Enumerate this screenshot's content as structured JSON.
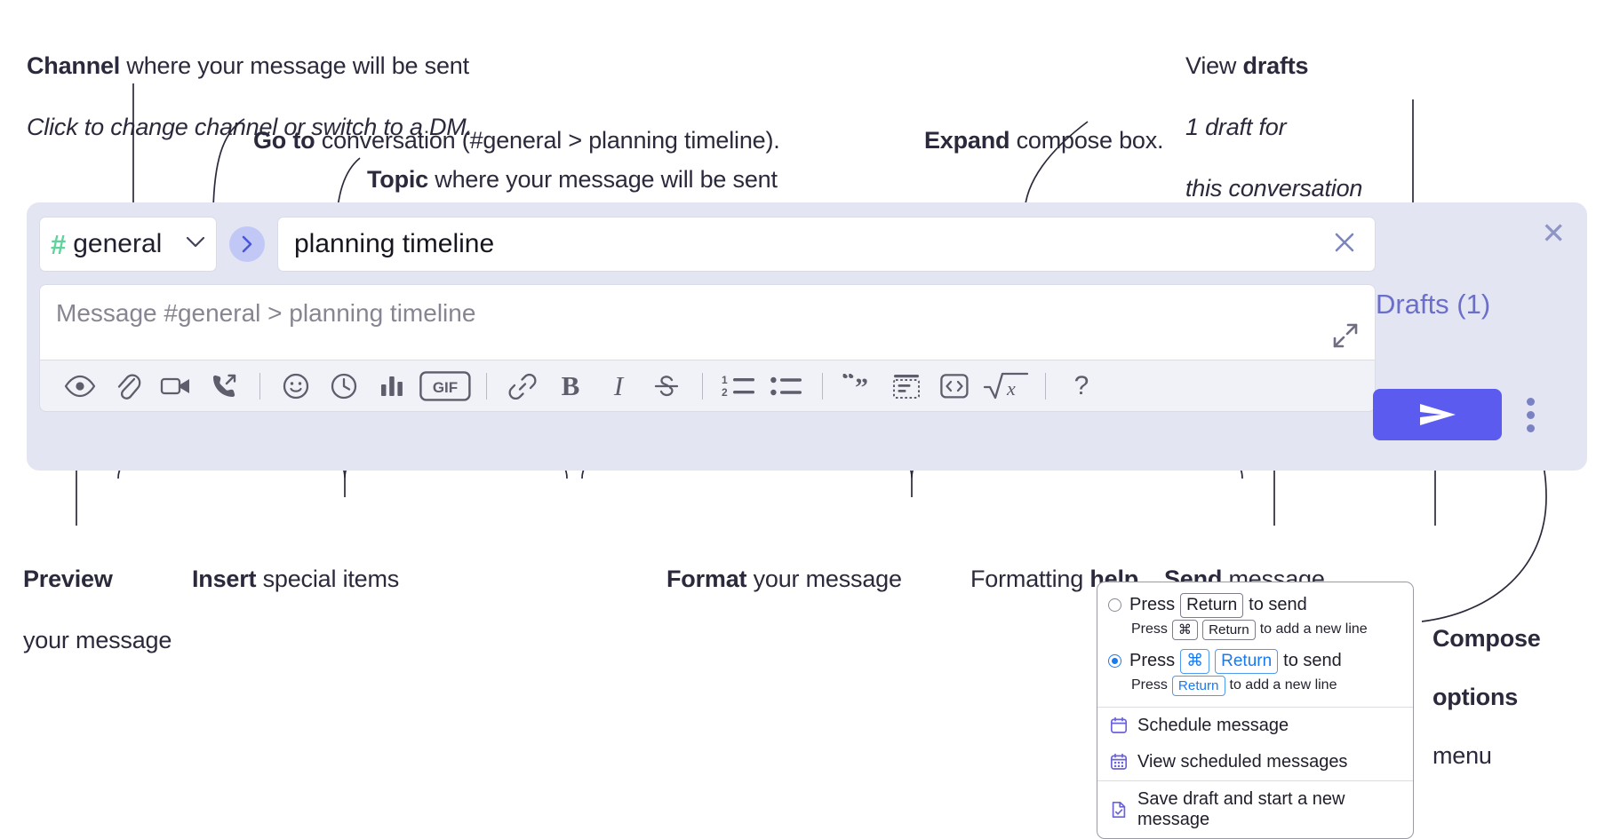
{
  "annotations": {
    "channel": {
      "bold": "Channel",
      "rest": " where your message will be sent",
      "italic": "Click to change channel or switch to a DM."
    },
    "goto": {
      "bold": "Go to",
      "rest": " conversation (#general > planning timeline)."
    },
    "topic": {
      "bold": "Topic",
      "rest": " where your message will be sent"
    },
    "expand": {
      "bold": "Expand",
      "rest": " compose box."
    },
    "drafts": {
      "line1_normal": "View ",
      "line1_bold": "drafts",
      "line2": "1 draft for",
      "line3": "this conversation"
    },
    "preview": {
      "bold": "Preview",
      "rest": "your message"
    },
    "insert": {
      "bold": "Insert",
      "rest": " special items"
    },
    "format": {
      "bold": "Format",
      "rest": " your message"
    },
    "help": {
      "normal": "Formatting ",
      "bold": "help"
    },
    "send": {
      "bold": "Send",
      "rest": " message"
    },
    "compose_options": {
      "bold1": "Compose",
      "bold2": "options",
      "rest": "menu"
    }
  },
  "compose": {
    "channel": {
      "hash": "#",
      "name": "general",
      "caret": "chevron-down-icon"
    },
    "goto_button": {
      "glyph": "›",
      "icon": "chevron-right-icon"
    },
    "topic": {
      "value": "planning timeline",
      "clear": "✕"
    },
    "message": {
      "placeholder": "Message #general > planning timeline",
      "value": ""
    },
    "expand_icon": "expand-diagonal-icon",
    "close_icon": "✕",
    "drafts_label": "Drafts (1)",
    "send_icon": "send-paper-plane-icon",
    "kebab_icon": "vertical-dots-icon",
    "toolbar": [
      {
        "name": "preview-icon",
        "label": "Preview"
      },
      {
        "name": "attachment-icon",
        "label": "Attach file"
      },
      {
        "name": "video-camera-icon",
        "label": "Video clip"
      },
      {
        "name": "audio-call-icon",
        "label": "Audio clip"
      },
      {
        "name": "separator",
        "label": ""
      },
      {
        "name": "emoji-icon",
        "label": "Emoji"
      },
      {
        "name": "clock-icon",
        "label": "Reminder"
      },
      {
        "name": "poll-bar-chart-icon",
        "label": "Poll"
      },
      {
        "name": "gif-icon",
        "label": "GIF"
      },
      {
        "name": "separator",
        "label": ""
      },
      {
        "name": "link-icon",
        "label": "Link"
      },
      {
        "name": "bold-icon",
        "label": "B"
      },
      {
        "name": "italic-icon",
        "label": "I"
      },
      {
        "name": "strikethrough-icon",
        "label": "Strikethrough"
      },
      {
        "name": "separator",
        "label": ""
      },
      {
        "name": "ordered-list-icon",
        "label": "Ordered list"
      },
      {
        "name": "bulleted-list-icon",
        "label": "Bulleted list"
      },
      {
        "name": "separator",
        "label": ""
      },
      {
        "name": "blockquote-icon",
        "label": "Blockquote"
      },
      {
        "name": "code-block-icon",
        "label": "Code block"
      },
      {
        "name": "code-icon",
        "label": "Code"
      },
      {
        "name": "math-sqrt-icon",
        "label": "Math"
      },
      {
        "name": "separator",
        "label": ""
      },
      {
        "name": "help-icon",
        "label": "?"
      }
    ]
  },
  "menu": {
    "option_return": {
      "selected": false,
      "main_pre": "Press",
      "main_key": "Return",
      "main_post": "to send",
      "sub_pre": "Press",
      "sub_key1": "⌘",
      "sub_key2": "Return",
      "sub_post": "to add a new line"
    },
    "option_cmd_return": {
      "selected": true,
      "main_pre": "Press",
      "main_key1": "⌘",
      "main_key2": "Return",
      "main_post": "to send",
      "sub_pre": "Press",
      "sub_key": "Return",
      "sub_post": "to add a new line"
    },
    "items": [
      {
        "icon": "calendar-schedule-icon",
        "label": "Schedule message"
      },
      {
        "icon": "calendar-grid-icon",
        "label": "View scheduled messages"
      },
      {
        "icon": "save-draft-icon",
        "label": "Save draft and start a new message"
      }
    ]
  },
  "colors": {
    "compose_bg": "#e3e5f3",
    "accent_purple": "#5b5bf0",
    "drafts_text": "#6b6fc9",
    "channel_hash_green": "#5fd39b",
    "goto_bubble": "#c2c8f5",
    "radio_blue": "#1a7aed",
    "menu_icon_purple": "#6a63d8",
    "annotation_text": "#2a2a3c"
  }
}
